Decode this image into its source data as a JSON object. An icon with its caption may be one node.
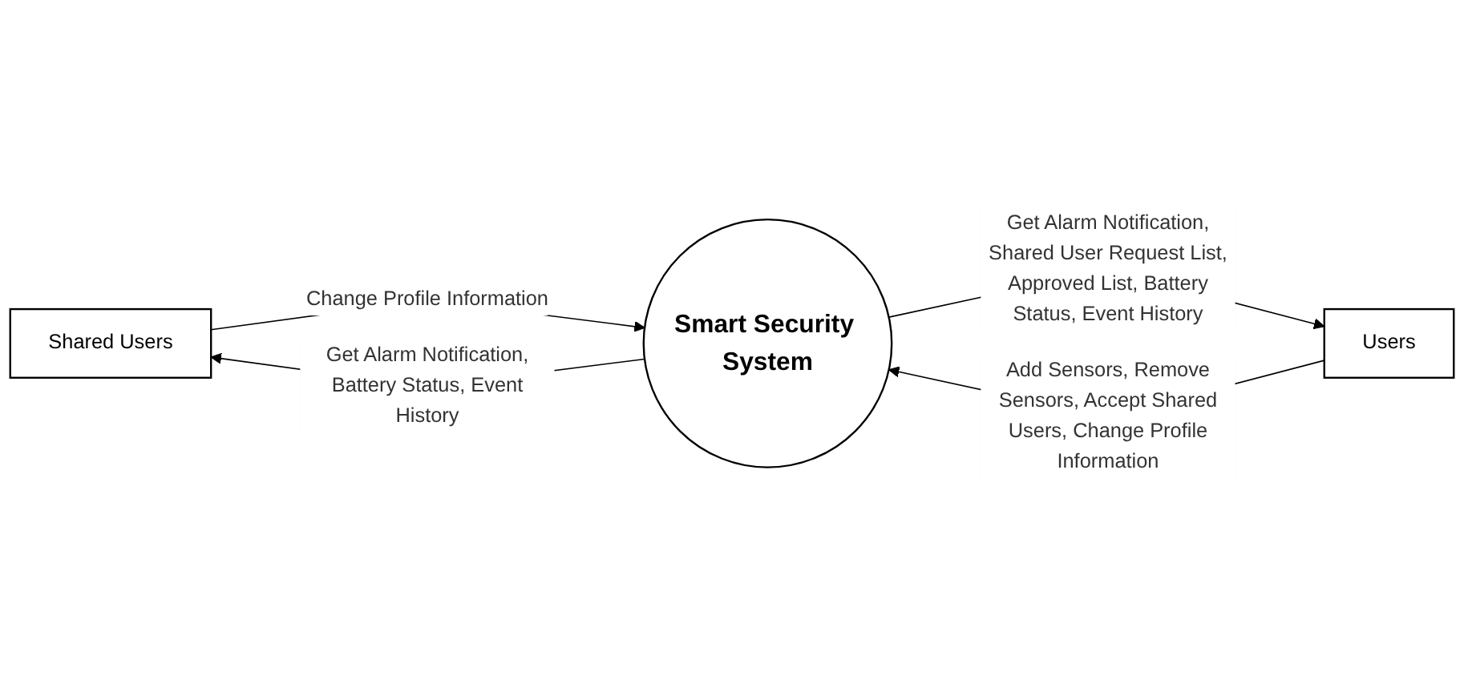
{
  "diagram": {
    "nodes": [
      {
        "text": [
          "Shared Users"
        ]
      },
      {
        "text": [
          "Smart Security System"
        ]
      },
      {
        "text": [
          "Users"
        ]
      }
    ],
    "edges": [
      {
        "from": 0,
        "to": 1,
        "arrow": "to",
        "label": "Change Profile Information"
      },
      {
        "from": 1,
        "to": 0,
        "arrow": "to",
        "label": "Get Alarm Notification, Battery Status, Event History"
      },
      {
        "from": 1,
        "to": 2,
        "arrow": "to",
        "label": "Get Alarm Notification, Shared User Request List, Approved List, Battery Status, Event History"
      },
      {
        "from": 2,
        "to": 1,
        "arrow": "to",
        "label": "Add Sensors, Remove Sensors, Accept Shared Users, Change Profile Information"
      }
    ]
  }
}
